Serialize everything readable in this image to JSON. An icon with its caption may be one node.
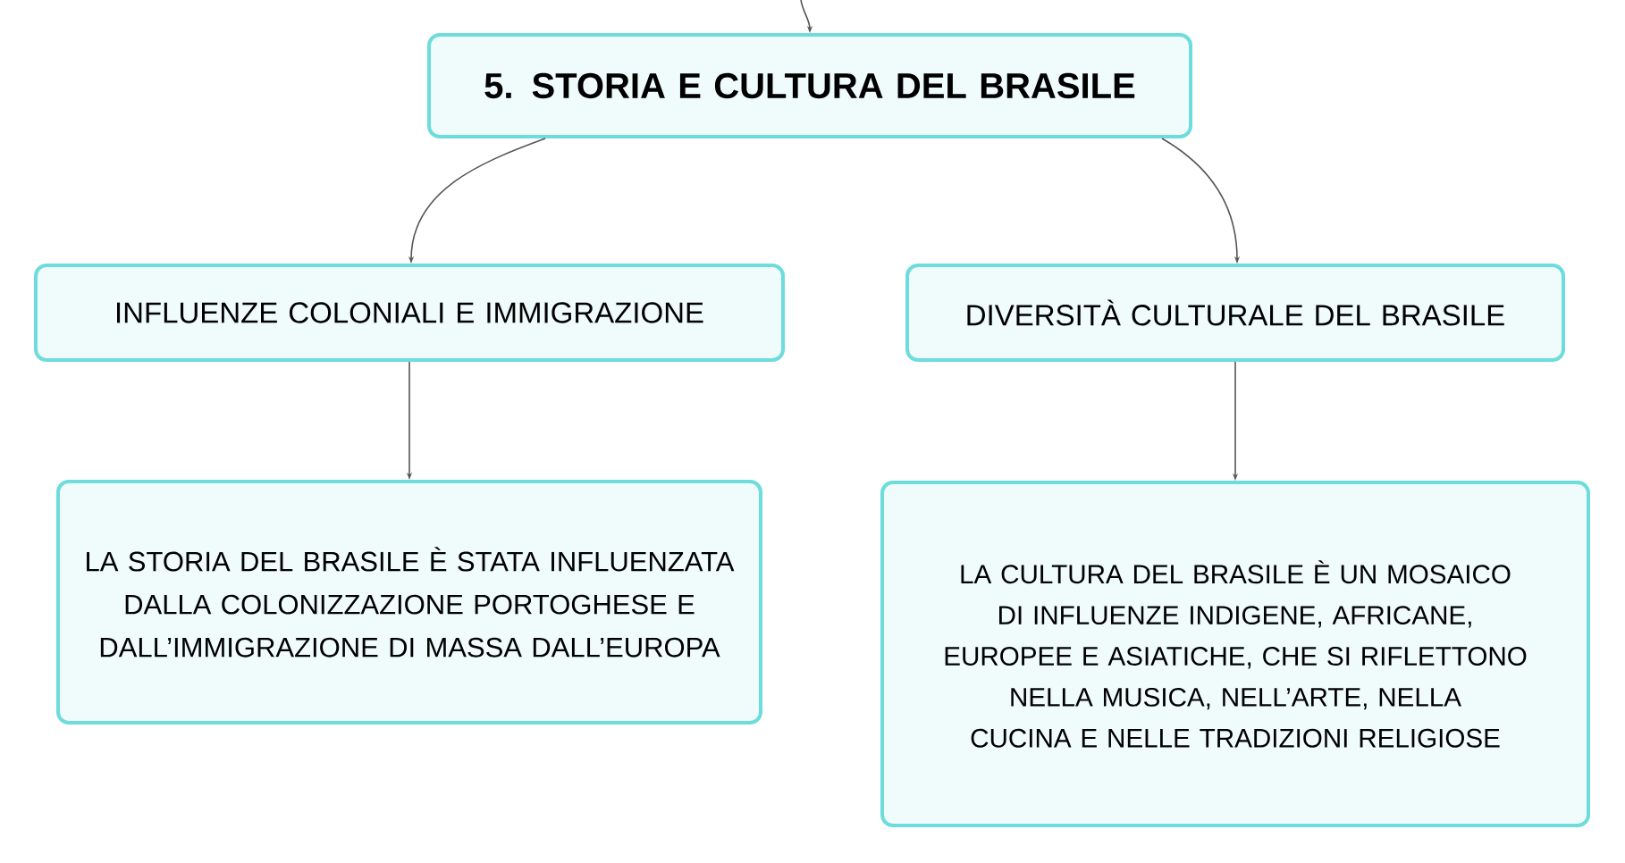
{
  "diagram": {
    "nodes": [
      {
        "text": [
          "5. STORIA E CULTURA DEL BRASILE"
        ]
      },
      {
        "text": [
          "INFLUENZE COLONIALI E IMMIGRAZIONE"
        ]
      },
      {
        "text": [
          "DIVERSITÀ CULTURALE DEL BRASILE"
        ]
      },
      {
        "text": [
          "LA STORIA DEL BRASILE È STATA INFLUENZATA DALLA COLONIZZAZIONE PORTOGHESE E DALL’IMMIGRAZIONE DI MASSA DALL’EUROPA"
        ]
      },
      {
        "text": [
          "LA CULTURA DEL BRASILE È UN MOSAICO DI INFLUENZE INDIGENE, AFRICANE, EUROPEE E ASIATICHE, CHE SI RIFLETTONO NELLA MUSICA, NELL’ARTE, NELLA CUCINA E NELLE TRADIZIONI RELIGIOSE"
        ]
      }
    ],
    "edges": [
      {
        "from": null,
        "to": 0,
        "arrow": "to"
      },
      {
        "from": 0,
        "to": 1,
        "arrow": "to"
      },
      {
        "from": 0,
        "to": 2,
        "arrow": "to"
      },
      {
        "from": 1,
        "to": 3,
        "arrow": "to"
      },
      {
        "from": 2,
        "to": 4,
        "arrow": "to"
      }
    ]
  }
}
